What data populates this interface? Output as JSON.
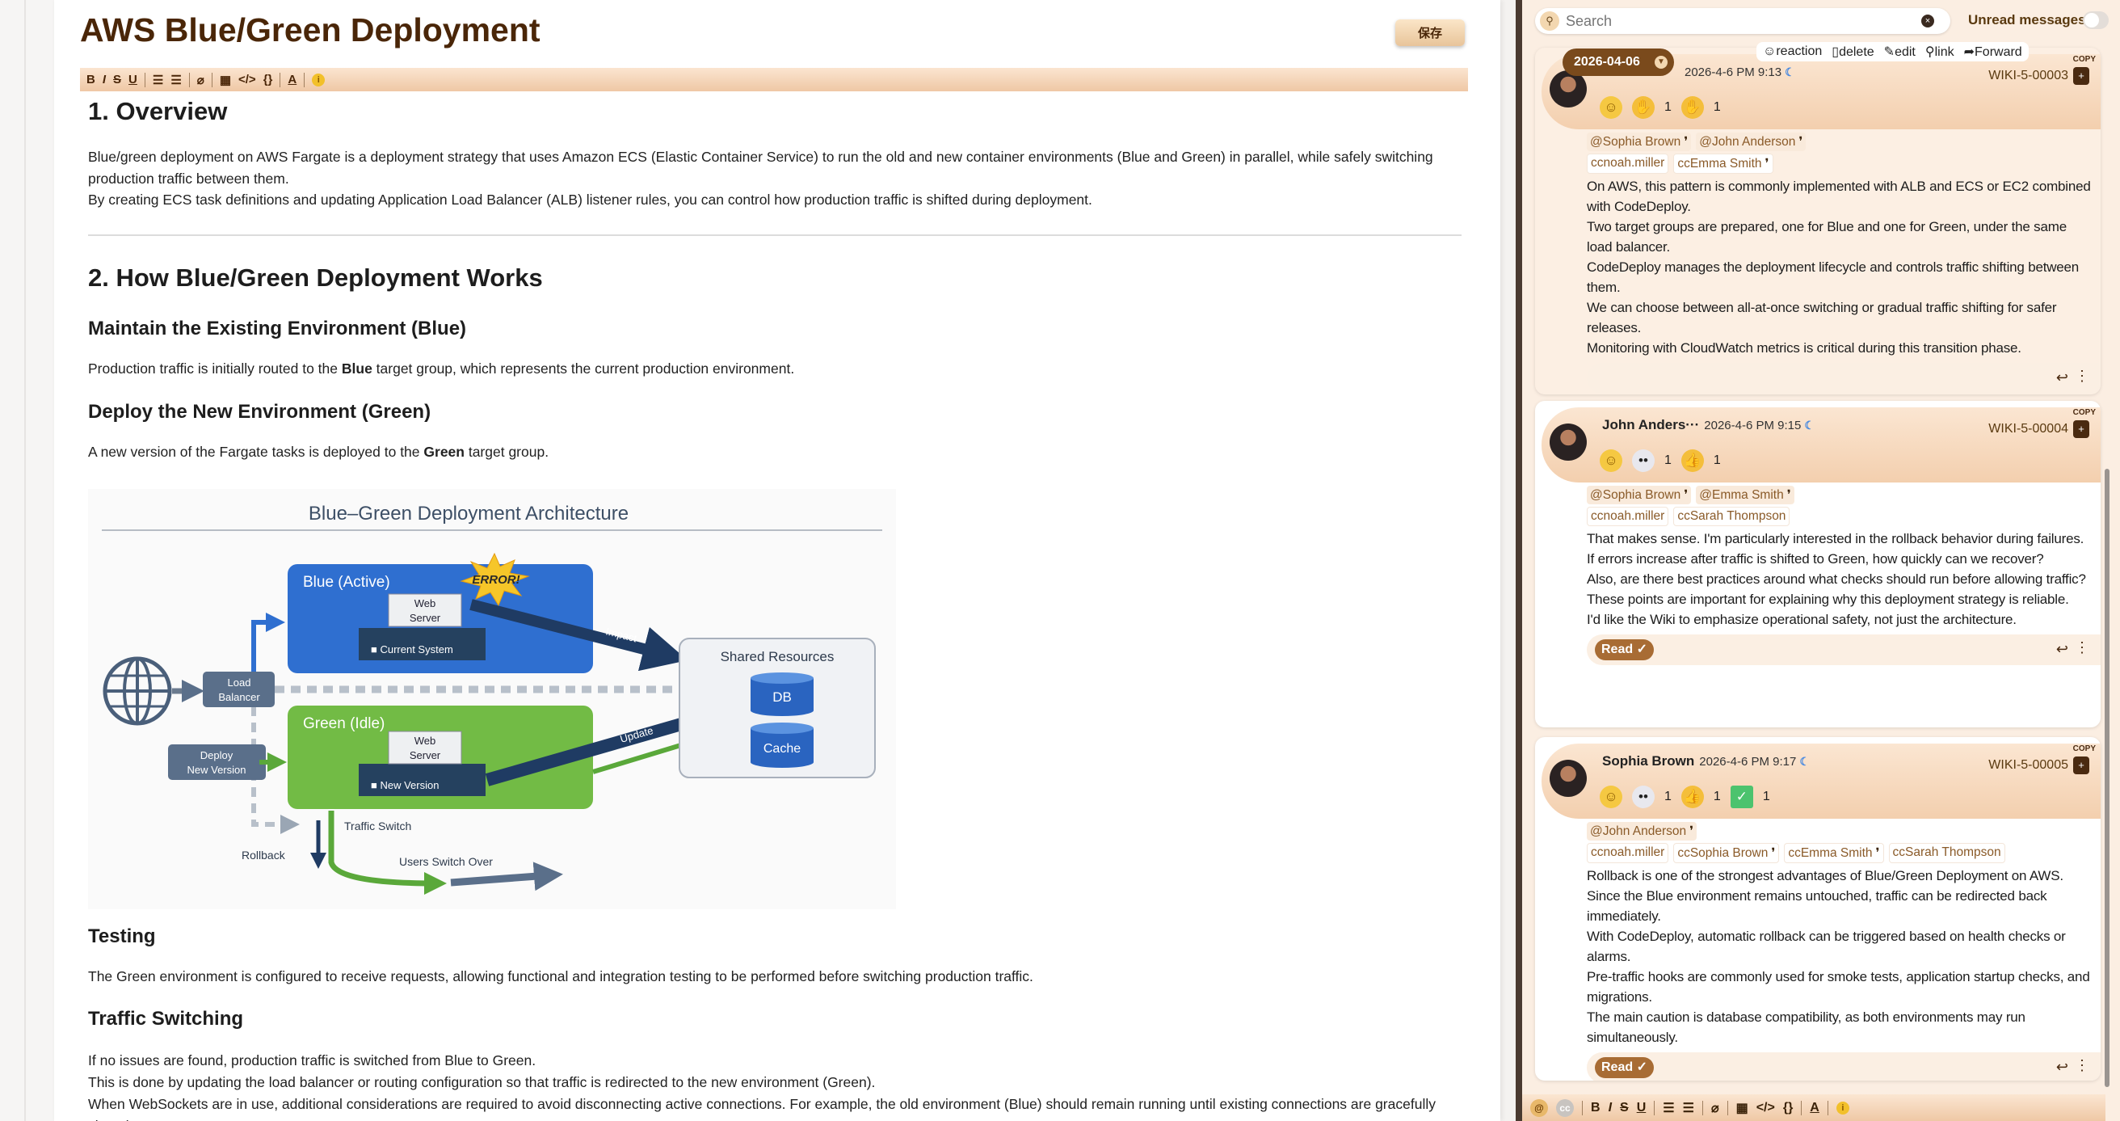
{
  "document": {
    "title": "AWS Blue/Green Deployment",
    "save_label": "保存",
    "toolbar": [
      "bold-icon",
      "italic-icon",
      "strikethrough-icon",
      "underline-icon",
      "ordered-list-icon",
      "bullet-list-icon",
      "attachment-icon",
      "table-icon",
      "code-icon",
      "code-block-icon",
      "text-color-icon",
      "info-icon"
    ],
    "sections": {
      "overview_heading": "1. Overview",
      "overview_p1": "Blue/green deployment on AWS Fargate is a deployment strategy that uses Amazon ECS (Elastic Container Service) to run the old and new container environments (Blue and Green) in parallel, while safely switching production traffic between them.",
      "overview_p2": "By creating ECS task definitions and updating Application Load Balancer (ALB) listener rules, you can control how production traffic is shifted during deployment.",
      "how_heading": "2. How Blue/Green Deployment Works",
      "maintain_heading": "Maintain the Existing Environment (Blue)",
      "maintain_p_a": "Production traffic is initially routed to the ",
      "maintain_p_b": "Blue",
      "maintain_p_c": " target group, which represents the current production environment.",
      "deploy_heading": "Deploy the New Environment (Green)",
      "deploy_p_a": "A new version of the Fargate tasks is deployed to the ",
      "deploy_p_b": "Green",
      "deploy_p_c": " target group.",
      "testing_heading": "Testing",
      "testing_p": "The Green environment is configured to receive requests, allowing functional and integration testing to be performed before switching production traffic.",
      "switch_heading": "Traffic Switching",
      "switch_p1": "If no issues are found, production traffic is switched from Blue to Green.",
      "switch_p2": "This is done by updating the load balancer or routing configuration so that traffic is redirected to the new environment (Green).",
      "switch_p3": "When WebSockets are in use, additional considerations are required to avoid disconnecting active connections. For example, the old environment (Blue) should remain running until existing connections are gracefully closed."
    },
    "diagram": {
      "title": "Blue–Green Deployment Architecture",
      "blue": "Blue (Active)",
      "green": "Green (Idle)",
      "error": "ERROR!",
      "web": "Web",
      "server": "Server",
      "current": "Current System",
      "newver": "New Version",
      "lb1": "Load",
      "lb2": "Balancer",
      "dep1": "Deploy",
      "dep2": "New Version",
      "shared": "Shared Resources",
      "db": "DB",
      "cache": "Cache",
      "impact": "Impact",
      "update": "Update",
      "traffic": "Traffic Switch",
      "rollback": "Rollback",
      "users": "Users Switch Over",
      "colors": {
        "blue": "#2f6fd0",
        "green": "#6fb83e",
        "navy": "#1f3b63",
        "slate": "#5a6f8a"
      }
    }
  },
  "panel": {
    "search_placeholder": "Search",
    "unread_label": "Unread messages",
    "unread_enabled": false,
    "date_pill": "2026-04-06",
    "hover_actions": [
      "reaction",
      "delete",
      "edit",
      "link",
      "Forward"
    ],
    "copy_label": "COPY",
    "messages": [
      {
        "author": "",
        "time": "2026-4-6 PM 9:13",
        "wiki_id": "WIKI-5-00003",
        "reactions": [
          {
            "icon": "ok-hand",
            "count": "1"
          },
          {
            "icon": "pray",
            "count": "1"
          }
        ],
        "mentions": [
          {
            "text": "@Sophia Brown",
            "foot": true
          },
          {
            "text": "@John Anderson",
            "foot": true
          }
        ],
        "ccs": [
          {
            "text": "ccnoah.miller",
            "foot": false
          },
          {
            "text": "ccEmma Smith",
            "foot": true
          }
        ],
        "lines": [
          "On AWS, this pattern is commonly implemented with ALB and ECS or EC2 combined with CodeDeploy.",
          "Two target groups are prepared, one for Blue and one for Green, under the same load balancer.",
          "CodeDeploy manages the deployment lifecycle and controls traffic shifting between them.",
          "We can choose between all-at-once switching or gradual traffic shifting for safer releases.",
          "Monitoring with CloudWatch metrics is critical during this transition phase."
        ],
        "read_label": ""
      },
      {
        "author": "John Anders···",
        "time": "2026-4-6 PM 9:15",
        "wiki_id": "WIKI-5-00004",
        "reactions": [
          {
            "icon": "eyes",
            "count": "1"
          },
          {
            "icon": "thumbs-up",
            "count": "1"
          }
        ],
        "mentions": [
          {
            "text": "@Sophia Brown",
            "foot": true
          },
          {
            "text": "@Emma Smith",
            "foot": true
          }
        ],
        "ccs": [
          {
            "text": "ccnoah.miller",
            "foot": false
          },
          {
            "text": "ccSarah Thompson",
            "foot": false
          }
        ],
        "lines": [
          "That makes sense. I'm particularly interested in the rollback behavior during failures.",
          "If errors increase after traffic is shifted to Green, how quickly can we recover?",
          "Also, are there best practices around what checks should run before allowing traffic?",
          "These points are important for explaining why this deployment strategy is reliable.",
          "I'd like the Wiki to emphasize operational safety, not just the architecture."
        ],
        "read_label": "Read"
      },
      {
        "author": "Sophia Brown",
        "time": "2026-4-6 PM 9:17",
        "wiki_id": "WIKI-5-00005",
        "reactions": [
          {
            "icon": "eyes",
            "count": "1"
          },
          {
            "icon": "thumbs-up",
            "count": "1"
          },
          {
            "icon": "check",
            "count": "1"
          }
        ],
        "mentions": [
          {
            "text": "@John Anderson",
            "foot": true
          }
        ],
        "ccs": [
          {
            "text": "ccnoah.miller",
            "foot": false
          },
          {
            "text": "ccSophia Brown",
            "foot": true
          },
          {
            "text": "ccEmma Smith",
            "foot": true
          },
          {
            "text": "ccSarah Thompson",
            "foot": false
          }
        ],
        "lines": [
          "Rollback is one of the strongest advantages of Blue/Green Deployment on AWS.",
          "Since the Blue environment remains untouched, traffic can be redirected back immediately.",
          "With CodeDeploy, automatic rollback can be triggered based on health checks or alarms.",
          "Pre-traffic hooks are commonly used for smoke tests, application startup checks, and migrations.",
          "The main caution is database compatibility, as both environments may run simultaneously."
        ],
        "read_label": "Read"
      }
    ],
    "composer_toolbar": [
      "mention-icon",
      "cc-icon",
      "bold-icon",
      "italic-icon",
      "strikethrough-icon",
      "underline-icon",
      "ordered-list-icon",
      "bullet-list-icon",
      "attachment-icon",
      "table-icon",
      "code-icon",
      "code-block-icon",
      "text-color-icon",
      "info-icon"
    ]
  }
}
